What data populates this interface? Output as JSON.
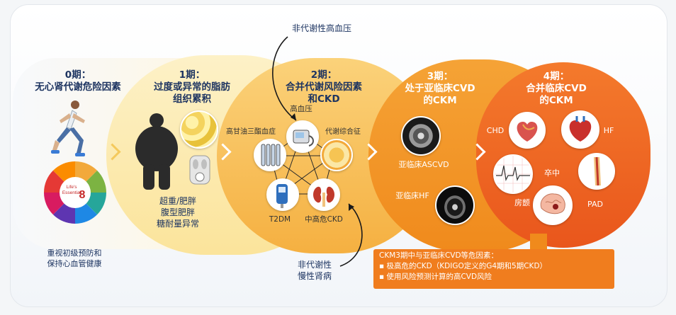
{
  "stage0": {
    "title_line1": "0期：",
    "title_line2": "无心肾代谢危险因素",
    "caption_line1": "重视初级预防和",
    "caption_line2": "保持心血管健康",
    "wheel_line1": "Life's",
    "wheel_line2": "Essential",
    "wheel_number": "8"
  },
  "stage1": {
    "title_line1": "1期：",
    "title_line2": "过度或异常的脂肪",
    "title_line3": "组织累积",
    "caption_line1": "超重/肥胖",
    "caption_line2": "腹型肥胖",
    "caption_line3": "糖耐量异常"
  },
  "stage2": {
    "title_line1": "2期：",
    "title_line2": "合并代谢风险因素",
    "title_line3": "和CKD",
    "node_top": "高血压",
    "node_left": "高甘油三酯血症",
    "node_right": "代谢综合征",
    "node_bottom_left": "T2DM",
    "node_bottom_right": "中高危CKD"
  },
  "stage3": {
    "title_line1": "3期：",
    "title_line2": "处于亚临床CVD",
    "title_line3": "的CKM",
    "item1": "亚临床ASCVD",
    "item2": "亚临床HF"
  },
  "stage4": {
    "title_line1": "4期：",
    "title_line2": "合并临床CVD",
    "title_line3": "的CKM",
    "chd": "CHD",
    "hf": "HF",
    "stroke": "卒中",
    "af": "房颤",
    "pad": "PAD"
  },
  "annotation_top": "非代谢性高血压",
  "annotation_bottom_line1": "非代谢性",
  "annotation_bottom_line2": "慢性肾病",
  "note": {
    "line1": "CKM3期中与亚临床CVD等危因素：",
    "line2": "▪ 极高危的CKD（KDIGO定义的G4期和5期CKD）",
    "line3": "▪ 使用风险预测计算的高CVD风险"
  },
  "colors": {
    "stage1": "#fbe49b",
    "stage2": "#f5b041",
    "stage3": "#f08a1c",
    "stage4": "#e9561c",
    "title_dark": "#1d3461"
  }
}
